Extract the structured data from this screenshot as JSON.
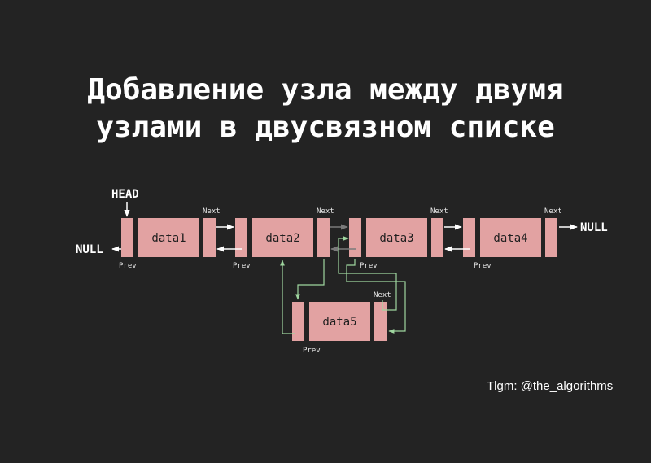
{
  "title": {
    "line1": "Добавление узла между двумя",
    "line2": "узлами в двусвязном списке"
  },
  "labels": {
    "head": "HEAD",
    "null_left": "NULL",
    "null_right": "NULL",
    "next": "Next",
    "prev": "Prev"
  },
  "nodes": [
    {
      "id": "node-1",
      "data": "data1"
    },
    {
      "id": "node-2",
      "data": "data2"
    },
    {
      "id": "node-3",
      "data": "data3"
    },
    {
      "id": "node-4",
      "data": "data4"
    },
    {
      "id": "node-5",
      "data": "data5"
    }
  ],
  "credit": "Tlgm: @the_algorithms",
  "colors": {
    "background": "#232323",
    "node_fill": "#e2a2a2",
    "new_link": "#9fd69f",
    "arrow": "#ffffff",
    "old_link": "#7a7a7a"
  }
}
